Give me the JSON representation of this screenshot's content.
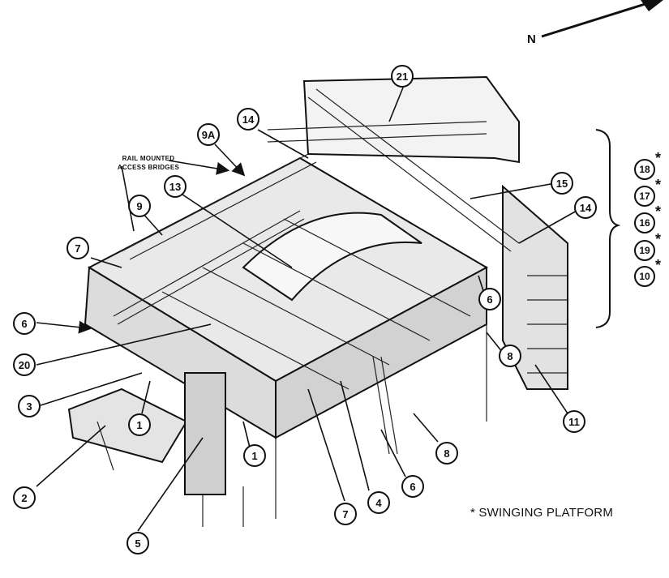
{
  "north_label": "N",
  "rail_label_line1": "RAIL MOUNTED",
  "rail_label_line2": "ACCESS BRIDGES",
  "legend_note": "* SWINGING PLATFORM",
  "star_symbol": "*",
  "callouts": [
    {
      "key": "c21",
      "text": "21"
    },
    {
      "key": "c14a",
      "text": "14"
    },
    {
      "key": "c9a",
      "text": "9A"
    },
    {
      "key": "c13",
      "text": "13"
    },
    {
      "key": "c9",
      "text": "9"
    },
    {
      "key": "c7a",
      "text": "7"
    },
    {
      "key": "c6a",
      "text": "6"
    },
    {
      "key": "c20",
      "text": "20"
    },
    {
      "key": "c3",
      "text": "3"
    },
    {
      "key": "c1a",
      "text": "1"
    },
    {
      "key": "c2",
      "text": "2"
    },
    {
      "key": "c1b",
      "text": "1"
    },
    {
      "key": "c5",
      "text": "5"
    },
    {
      "key": "c7b",
      "text": "7"
    },
    {
      "key": "c4",
      "text": "4"
    },
    {
      "key": "c6b",
      "text": "6"
    },
    {
      "key": "c8a",
      "text": "8"
    },
    {
      "key": "c11",
      "text": "11"
    },
    {
      "key": "c8b",
      "text": "8"
    },
    {
      "key": "c6c",
      "text": "6"
    },
    {
      "key": "c15",
      "text": "15"
    },
    {
      "key": "c14b",
      "text": "14"
    }
  ],
  "swinging_callouts": [
    {
      "key": "s18",
      "text": "18"
    },
    {
      "key": "s17",
      "text": "17"
    },
    {
      "key": "s16",
      "text": "16"
    },
    {
      "key": "s19",
      "text": "19"
    },
    {
      "key": "s10",
      "text": "10"
    }
  ]
}
